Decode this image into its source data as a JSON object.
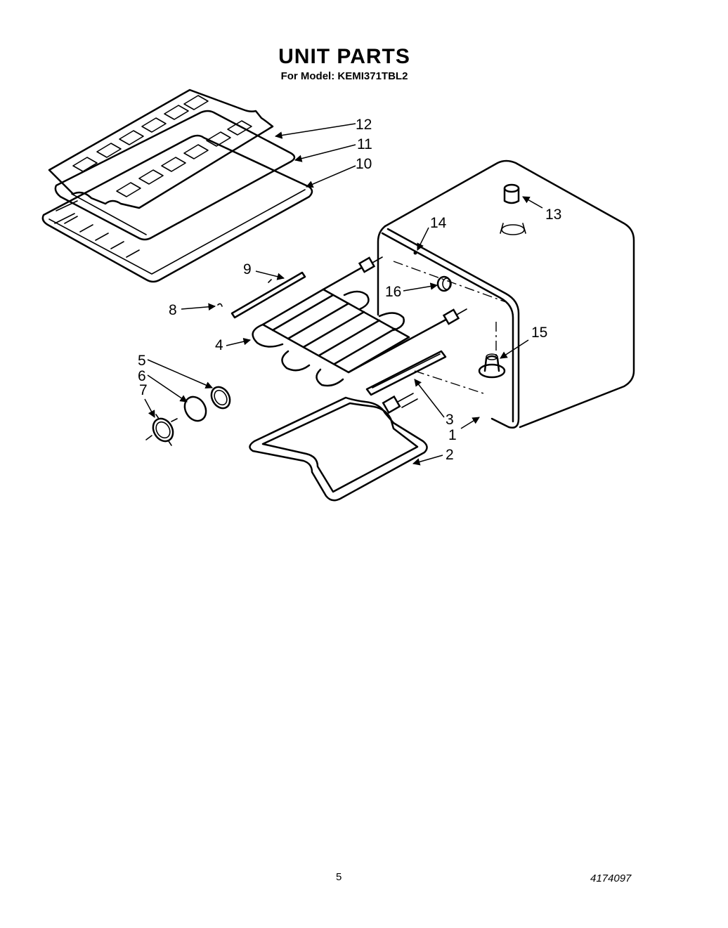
{
  "header": {
    "title": "UNIT PARTS",
    "subtitle": "For Model: KEMI371TBL2"
  },
  "callouts": [
    "1",
    "2",
    "3",
    "4",
    "5",
    "6",
    "7",
    "8",
    "9",
    "10",
    "11",
    "12",
    "13",
    "14",
    "15",
    "16"
  ],
  "footer": {
    "page_number": "5",
    "document_number": "4174097"
  }
}
